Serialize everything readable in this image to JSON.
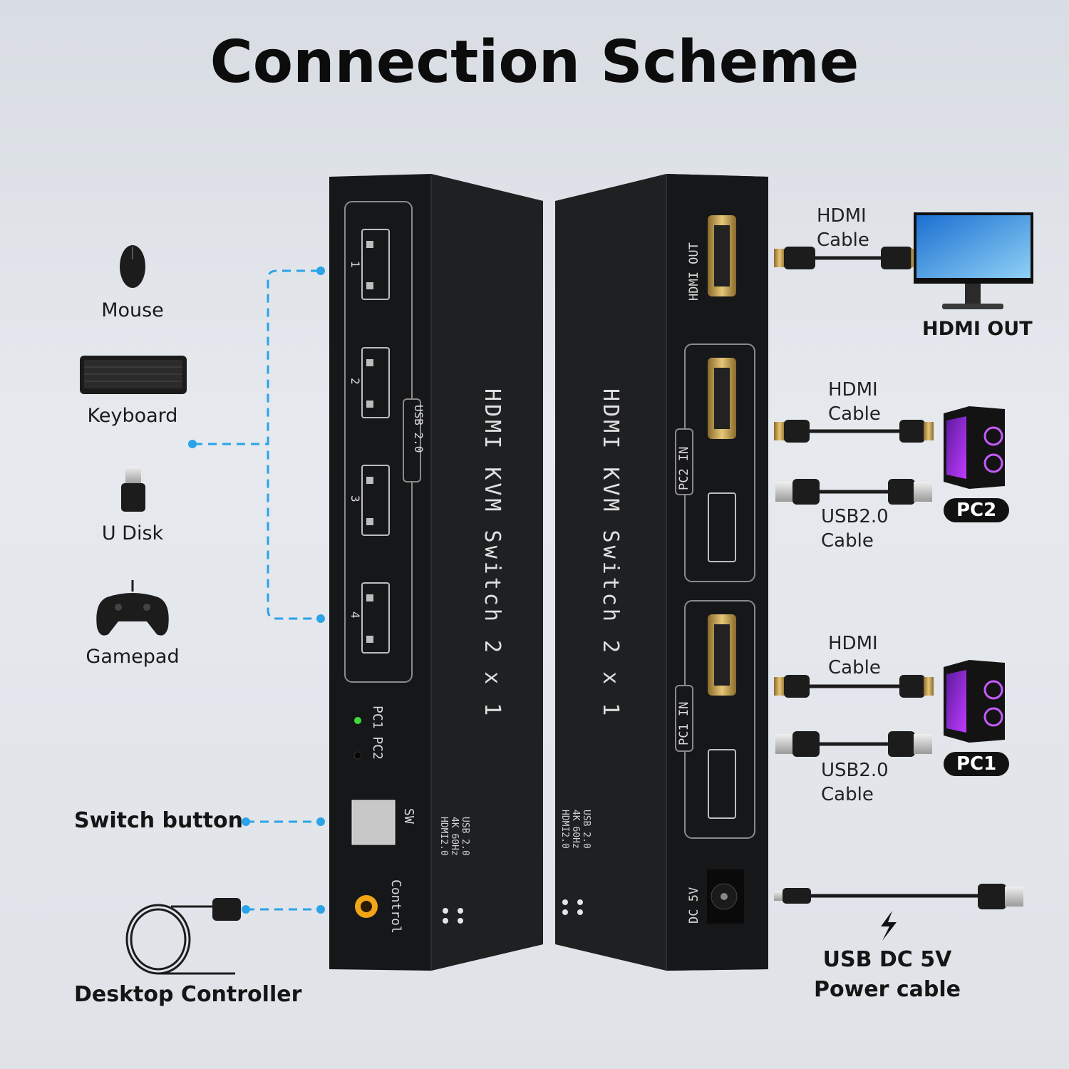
{
  "title": "Connection Scheme",
  "left_devices": {
    "mouse": "Mouse",
    "keyboard": "Keyboard",
    "udisk": "U Disk",
    "gamepad": "Gamepad",
    "switch_button": "Switch button",
    "desktop_controller": "Desktop Controller"
  },
  "unit_left": {
    "usb_label": "USB 2.0",
    "ports": [
      "1",
      "2",
      "3",
      "4"
    ],
    "product": "HDMI KVM Switch 2 x 1",
    "leds": "PC1 PC2",
    "sw": "SW",
    "control": "Control",
    "specs": [
      "USB 2.0",
      "4K 60Hz",
      "HDMI2.0"
    ]
  },
  "unit_right": {
    "hdmi_out": "HDMI OUT",
    "pc2_in": "PC2 IN",
    "pc1_in": "PC1 IN",
    "dc": "DC 5V",
    "product": "HDMI KVM Switch 2 x 1",
    "specs": [
      "USB 2.0",
      "4K 60Hz",
      "HDMI2.0"
    ]
  },
  "right_side": {
    "hdmi_cable_1": [
      "HDMI",
      "Cable"
    ],
    "hdmi_out_label": "HDMI OUT",
    "hdmi_cable_2": [
      "HDMI",
      "Cable"
    ],
    "usb_cable_2": [
      "USB2.0",
      "Cable"
    ],
    "pc2": "PC2",
    "hdmi_cable_3": [
      "HDMI",
      "Cable"
    ],
    "usb_cable_3": [
      "USB2.0",
      "Cable"
    ],
    "pc1": "PC1",
    "power": [
      "USB DC 5V",
      "Power cable"
    ]
  },
  "colors": {
    "dashed_line": "#2aa3e8",
    "device_body": "#17181a",
    "led_on": "#3ddc3d",
    "control_port": "#f2a516"
  }
}
